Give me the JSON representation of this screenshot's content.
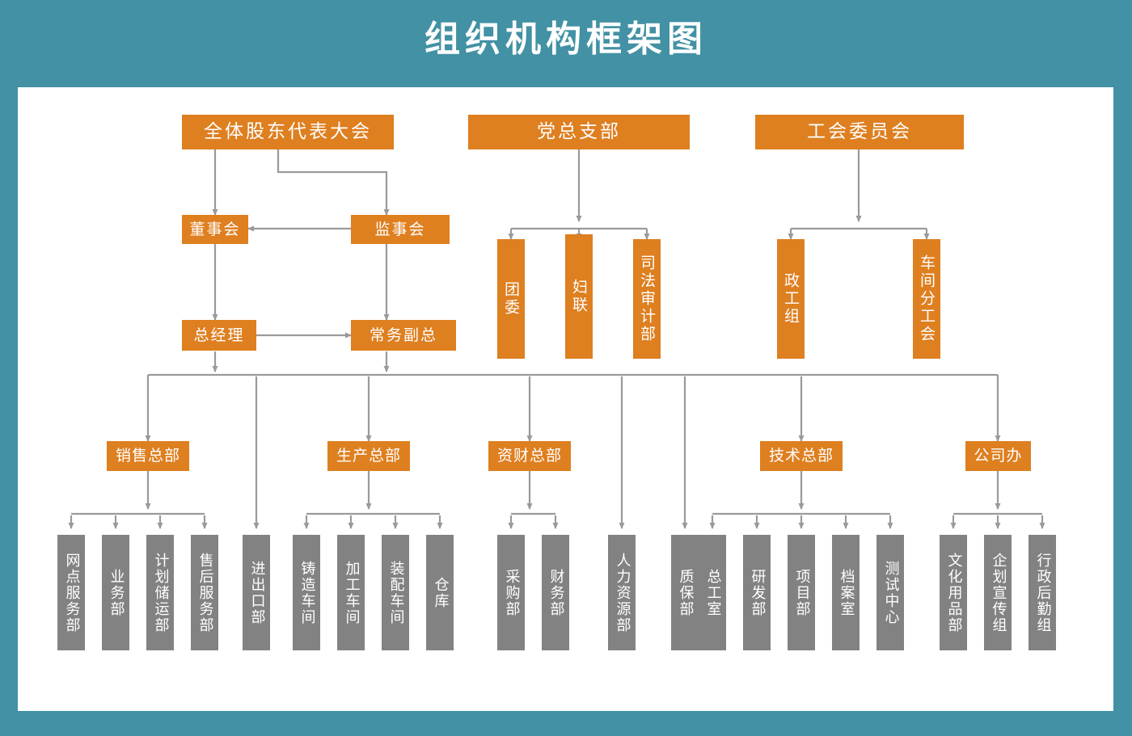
{
  "page": {
    "title": "组织机构框架图",
    "background_color": "#4291a4",
    "panel_color": "#ffffff",
    "orange_color": "#de7f20",
    "gray_color": "#828282",
    "connector_color": "#9a9a9a"
  },
  "chart_data": {
    "type": "diagram",
    "title": "组织机构框架图",
    "nodes": {
      "shareholders": "全体股东代表大会",
      "party_branch": "党总支部",
      "union_committee": "工会委员会",
      "board": "董事会",
      "supervisors": "监事会",
      "general_manager": "总经理",
      "deputy_gm": "常务副总",
      "party_children": [
        "团委",
        "妇联",
        "司法审计部"
      ],
      "union_children": [
        "政工组",
        "车间分工会"
      ],
      "divisions": [
        "销售总部",
        "生产总部",
        "资财总部",
        "技术总部",
        "公司办"
      ],
      "sales_children": [
        "网点服务部",
        "业务部",
        "计划储运部",
        "售后服务部"
      ],
      "direct_under_gm": [
        "进出口部",
        "人力资源部",
        "质保部"
      ],
      "production_children": [
        "铸造车间",
        "加工车间",
        "装配车间",
        "仓库"
      ],
      "finance_children": [
        "采购部",
        "财务部"
      ],
      "tech_children": [
        "总工室",
        "研发部",
        "项目部",
        "档案室",
        "测试中心"
      ],
      "office_children": [
        "文化用品部",
        "企划宣传组",
        "行政后勤组"
      ]
    },
    "edges": [
      {
        "from": "全体股东代表大会",
        "to": "董事会"
      },
      {
        "from": "全体股东代表大会",
        "to": "监事会"
      },
      {
        "from": "监事会",
        "to": "董事会"
      },
      {
        "from": "董事会",
        "to": "总经理"
      },
      {
        "from": "监事会",
        "to": "常务副总"
      },
      {
        "from": "总经理",
        "to": "常务副总"
      },
      {
        "from": "党总支部",
        "to": "团委"
      },
      {
        "from": "党总支部",
        "to": "妇联"
      },
      {
        "from": "党总支部",
        "to": "司法审计部"
      },
      {
        "from": "工会委员会",
        "to": "政工组"
      },
      {
        "from": "工会委员会",
        "to": "车间分工会"
      },
      {
        "from": "总经理",
        "to": "主干线"
      },
      {
        "from": "常务副总",
        "to": "主干线"
      },
      {
        "from": "主干线",
        "to": "销售总部"
      },
      {
        "from": "主干线",
        "to": "生产总部"
      },
      {
        "from": "主干线",
        "to": "资财总部"
      },
      {
        "from": "主干线",
        "to": "技术总部"
      },
      {
        "from": "主干线",
        "to": "公司办"
      },
      {
        "from": "主干线",
        "to": "进出口部"
      },
      {
        "from": "主干线",
        "to": "人力资源部"
      },
      {
        "from": "主干线",
        "to": "质保部"
      },
      {
        "from": "销售总部",
        "to": "网点服务部"
      },
      {
        "from": "销售总部",
        "to": "业务部"
      },
      {
        "from": "销售总部",
        "to": "计划储运部"
      },
      {
        "from": "销售总部",
        "to": "售后服务部"
      },
      {
        "from": "生产总部",
        "to": "铸造车间"
      },
      {
        "from": "生产总部",
        "to": "加工车间"
      },
      {
        "from": "生产总部",
        "to": "装配车间"
      },
      {
        "from": "生产总部",
        "to": "仓库"
      },
      {
        "from": "资财总部",
        "to": "采购部"
      },
      {
        "from": "资财总部",
        "to": "财务部"
      },
      {
        "from": "技术总部",
        "to": "总工室"
      },
      {
        "from": "技术总部",
        "to": "研发部"
      },
      {
        "from": "技术总部",
        "to": "项目部"
      },
      {
        "from": "技术总部",
        "to": "档案室"
      },
      {
        "from": "技术总部",
        "to": "测试中心"
      },
      {
        "from": "公司办",
        "to": "文化用品部"
      },
      {
        "from": "公司办",
        "to": "企划宣传组"
      },
      {
        "from": "公司办",
        "to": "行政后勤组"
      }
    ]
  },
  "boxes": {
    "shareholders": "全体股东代表大会",
    "party_branch": "党总支部",
    "union_committee": "工会委员会",
    "board": "董事会",
    "supervisors": "监事会",
    "general_manager": "总经理",
    "deputy_gm": "常务副总",
    "youth_league": "团委",
    "womens_federation": "妇联",
    "judicial_audit": "司法审计部",
    "political_work": "政工组",
    "workshop_union": "车间分工会",
    "sales_hq": "销售总部",
    "production_hq": "生产总部",
    "finance_hq": "资财总部",
    "tech_hq": "技术总部",
    "company_office": "公司办",
    "outlet_service": "网点服务部",
    "business_dept": "业务部",
    "plan_storage": "计划储运部",
    "after_sales": "售后服务部",
    "import_export": "进出口部",
    "casting_shop": "铸造车间",
    "machining_shop": "加工车间",
    "assembly_shop": "装配车间",
    "warehouse": "仓库",
    "purchasing": "采购部",
    "finance_dept": "财务部",
    "human_resources": "人力资源部",
    "quality_assurance": "质保部",
    "chief_engineer": "总工室",
    "rnd_dept": "研发部",
    "project_dept": "项目部",
    "archives": "档案室",
    "test_center": "测试中心",
    "stationery": "文化用品部",
    "planning_promo": "企划宣传组",
    "admin_logistics": "行政后勤组"
  }
}
